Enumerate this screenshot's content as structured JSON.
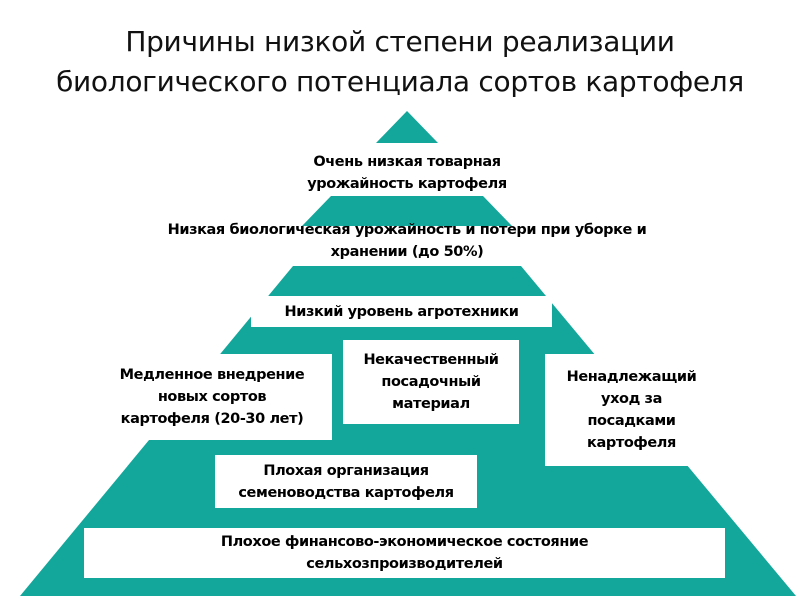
{
  "title": {
    "line1": "Причины низкой степени реализации",
    "line2": "биологического потенциала сортов картофеля"
  },
  "colors": {
    "pyramid_fill": "#13A69A",
    "box_fill": "#FFFFFF",
    "text": "#000000"
  },
  "levels": {
    "top": {
      "line1": "Очень низкая товарная",
      "line2": "урожайность картофеля"
    },
    "second": {
      "line1": "Низкая биологическая  урожайность и потери при уборке и",
      "line2": "хранении (до 50%)"
    },
    "agrotech": {
      "line1": "Низкий уровень агротехники"
    },
    "slow_adoption": {
      "line1": "Медленное внедрение",
      "line2": "новых сортов",
      "line3": "картофеля (20-30 лет)"
    },
    "poor_seed": {
      "line1": "Некачественный",
      "line2": "посадочный",
      "line3": "материал"
    },
    "improper_care": {
      "line1": "Ненадлежащий",
      "line2": "уход за",
      "line3": "посадками",
      "line4": "картофеля"
    },
    "seed_org": {
      "line1": "Плохая организация",
      "line2": "семеноводства картофеля"
    },
    "financial": {
      "line1": "Плохое финансово-экономическое состояние",
      "line2": "сельхозпроизводителей"
    }
  }
}
